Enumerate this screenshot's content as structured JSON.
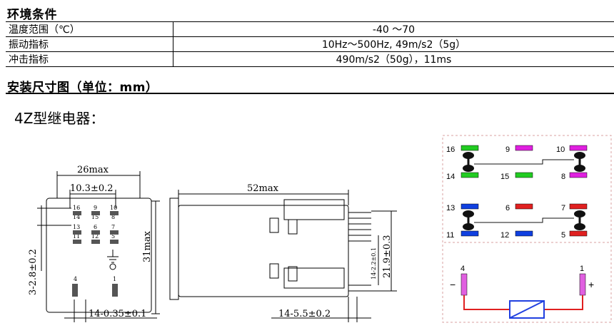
{
  "env": {
    "title": "环境条件",
    "rows": [
      {
        "label": "温度范围（℃）",
        "value": "-40 ～70"
      },
      {
        "label": "振动指标",
        "value": "10Hz～500Hz, 49m/s2（5g）"
      },
      {
        "label": "冲击指标",
        "value": "490m/s2（50g），11ms"
      }
    ]
  },
  "dims": {
    "title": "安装尺寸图（单位：mm）",
    "relay_title": "4Z型继电器："
  },
  "front_view": {
    "width": "26max",
    "pitch_h": "10.3±0.2",
    "height": "31max",
    "pitch_v": "3-2.8±0.2",
    "pin_bottom": "14-0.35±0.1",
    "pins": [
      "16",
      "9",
      "10",
      "14",
      "15",
      "8",
      "13",
      "6",
      "7",
      "11",
      "12",
      "5",
      "4",
      "1"
    ]
  },
  "side_view": {
    "length": "52max",
    "height": "21.9±0.3",
    "small_dim": "14-2.2±0.1",
    "pin_bottom": "14-5.5±0.2"
  },
  "schematic": {
    "pins": [
      "16",
      "9",
      "10",
      "14",
      "15",
      "8",
      "13",
      "6",
      "7",
      "11",
      "12",
      "5",
      "4",
      "1"
    ],
    "minus": "−",
    "plus": "+",
    "colors": {
      "green": "#22cc22",
      "magenta": "#e020e0",
      "blue": "#1040e0",
      "red": "#e02020",
      "coil": "#2040e0",
      "wire": "#e02020"
    }
  }
}
